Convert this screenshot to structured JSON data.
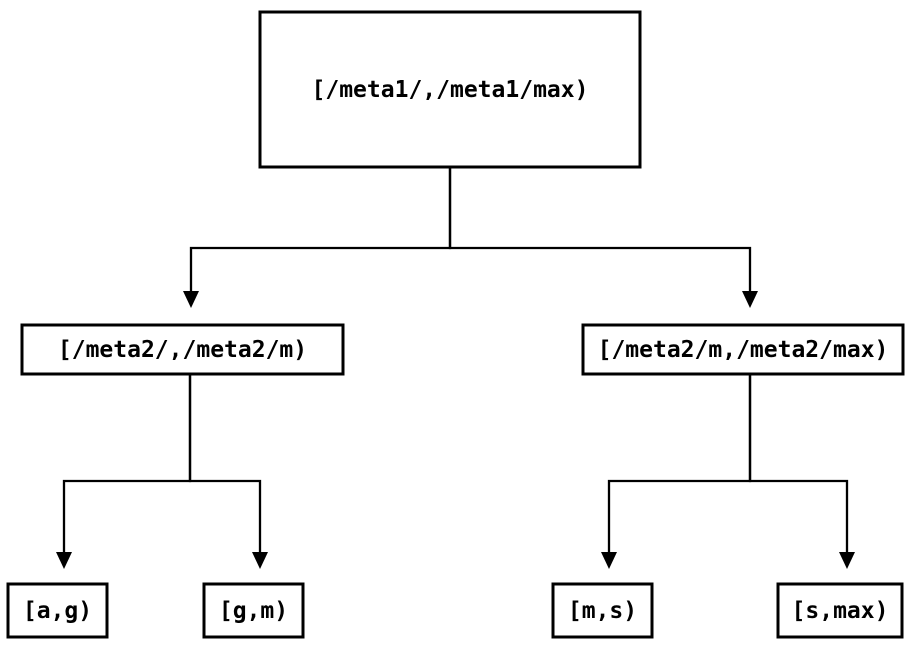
{
  "colors": {
    "background": "#ffffff",
    "line": "#000000",
    "text": "#000000"
  },
  "diagram": {
    "type": "tree",
    "nodes": {
      "root": {
        "label": "[/meta1/,/meta1/max)"
      },
      "meta2_low": {
        "label": "[/meta2/,/meta2/m)"
      },
      "meta2_high": {
        "label": "[/meta2/m,/meta2/max)"
      },
      "leaf_ag": {
        "label": "[a,g)"
      },
      "leaf_gm": {
        "label": "[g,m)"
      },
      "leaf_ms": {
        "label": "[m,s)"
      },
      "leaf_smax": {
        "label": "[s,max)"
      }
    },
    "edges": [
      {
        "from": "root",
        "to": "meta2_low"
      },
      {
        "from": "root",
        "to": "meta2_high"
      },
      {
        "from": "meta2_low",
        "to": "leaf_ag"
      },
      {
        "from": "meta2_low",
        "to": "leaf_gm"
      },
      {
        "from": "meta2_high",
        "to": "leaf_ms"
      },
      {
        "from": "meta2_high",
        "to": "leaf_smax"
      }
    ]
  }
}
